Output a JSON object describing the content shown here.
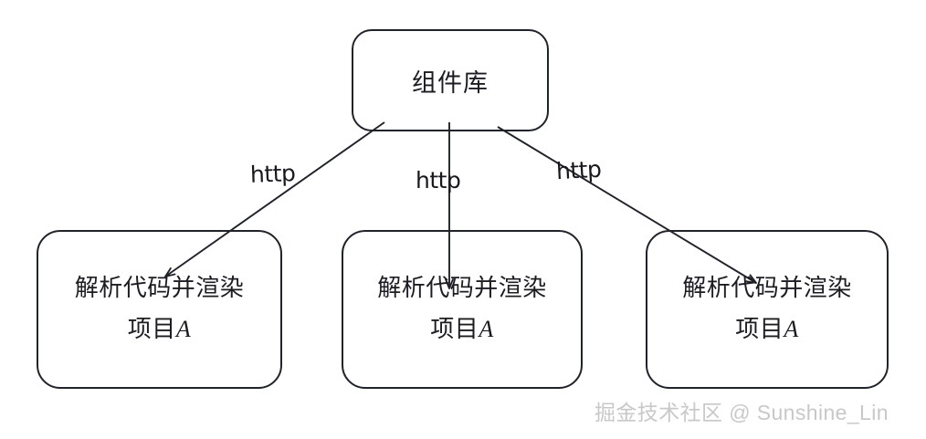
{
  "diagram": {
    "type": "flow-diagram",
    "background_color": "#ffffff",
    "stroke_color": "#20232a",
    "nodes": {
      "root": {
        "label": "组件库"
      },
      "project_a": {
        "line1": "解析代码并渲染",
        "line2_prefix": "项目",
        "line2_tag": "A"
      },
      "project_b": {
        "line1": "解析代码并渲染",
        "line2_prefix": "项目",
        "line2_tag": "A"
      },
      "project_c": {
        "line1": "解析代码并渲染",
        "line2_prefix": "项目",
        "line2_tag": "A"
      }
    },
    "edges": [
      {
        "id": "edge-left",
        "label": "http",
        "from": "root",
        "to": "project_a"
      },
      {
        "id": "edge-mid",
        "label": "http",
        "from": "root",
        "to": "project_b"
      },
      {
        "id": "edge-right",
        "label": "http",
        "from": "root",
        "to": "project_c"
      }
    ]
  },
  "watermark": {
    "text": "掘金技术社区 @ Sunshine_Lin",
    "color": "#c8c8c8"
  }
}
